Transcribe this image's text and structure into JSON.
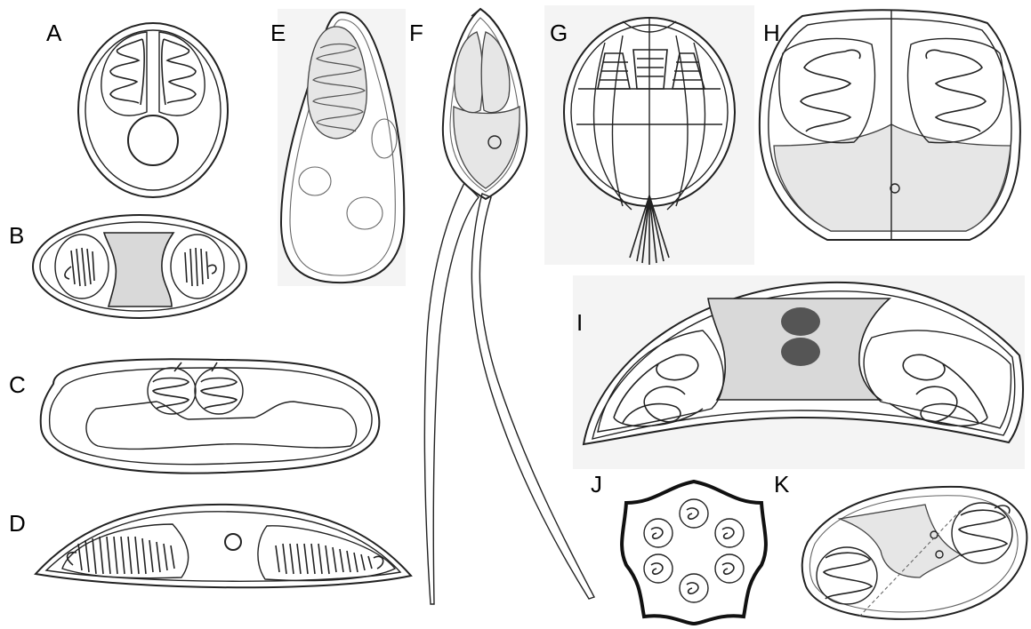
{
  "panels": [
    {
      "letter": "A"
    },
    {
      "letter": "B"
    },
    {
      "letter": "C"
    },
    {
      "letter": "D"
    },
    {
      "letter": "E"
    },
    {
      "letter": "F"
    },
    {
      "letter": "G"
    },
    {
      "letter": "H"
    },
    {
      "letter": "I"
    },
    {
      "letter": "J"
    },
    {
      "letter": "K"
    }
  ]
}
